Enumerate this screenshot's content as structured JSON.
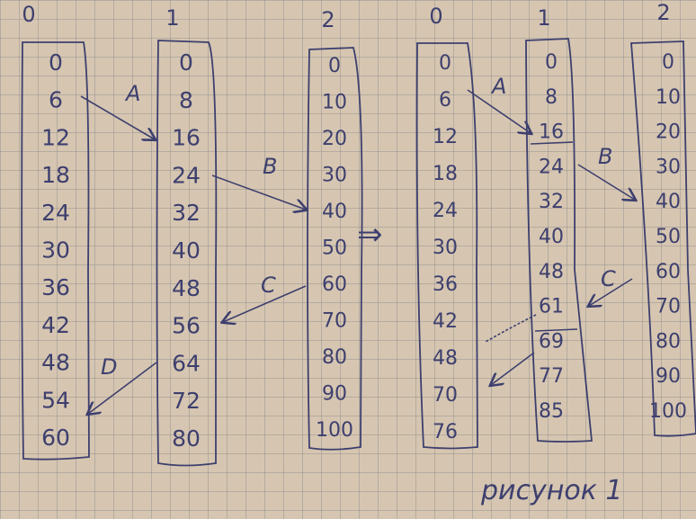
{
  "headers_left": [
    "0",
    "1",
    "2"
  ],
  "headers_right": [
    "0",
    "1",
    "2"
  ],
  "left": {
    "col0": [
      "0",
      "6",
      "12",
      "18",
      "24",
      "30",
      "36",
      "42",
      "48",
      "54",
      "60"
    ],
    "col1": [
      "0",
      "8",
      "16",
      "24",
      "32",
      "40",
      "48",
      "56",
      "64",
      "72",
      "80"
    ],
    "col2": [
      "0",
      "10",
      "20",
      "30",
      "40",
      "50",
      "60",
      "70",
      "80",
      "90",
      "100"
    ]
  },
  "right": {
    "col0": [
      "0",
      "6",
      "12",
      "18",
      "24",
      "30",
      "36",
      "42",
      "48",
      "70",
      "76"
    ],
    "col1": [
      "0",
      "8",
      "16",
      "24",
      "32",
      "40",
      "48",
      "61",
      "69",
      "77",
      "85"
    ],
    "col2": [
      "0",
      "10",
      "20",
      "30",
      "40",
      "50",
      "60",
      "70",
      "80",
      "90",
      "100"
    ]
  },
  "labels_left": [
    "A",
    "B",
    "C",
    "D"
  ],
  "labels_right": [
    "A",
    "B",
    "C"
  ],
  "implies": "⇒",
  "caption": "рисунок 1",
  "colors": {
    "ink": "#3d3f6e",
    "paper": "#d6c6b1",
    "grid": "#8a8a94"
  }
}
